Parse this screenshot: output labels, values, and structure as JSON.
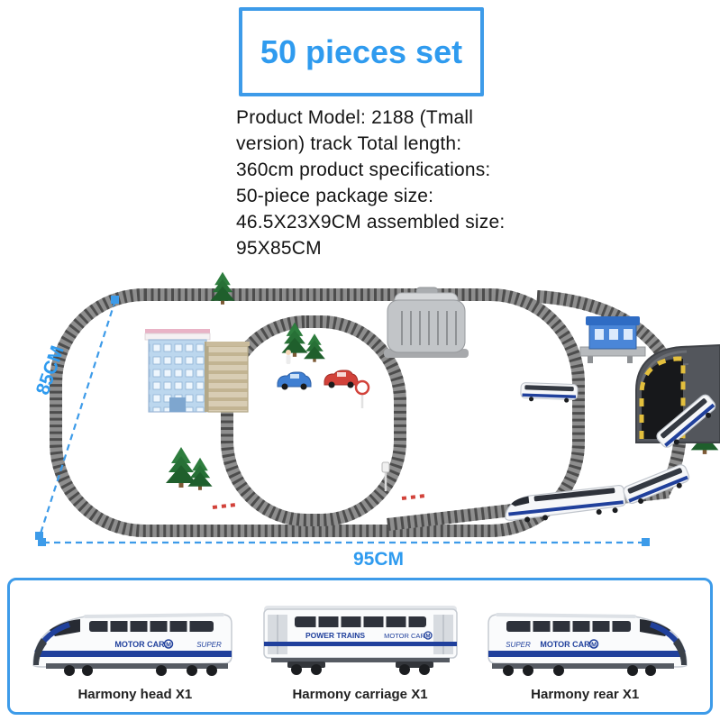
{
  "badge": {
    "label": "50 pieces set"
  },
  "description": {
    "lines": [
      "Product Model: 2188 (Tmall",
      "version) track Total length:",
      "360cm product specifications:",
      "50-piece package size:",
      "46.5X23X9CM assembled size:",
      "95X85CM"
    ]
  },
  "dimensions": {
    "height": "85CM",
    "width": "95CM"
  },
  "livery": {
    "super": "SUPER",
    "motor_car": "MOTOR CAR",
    "power_trains": "POWER TRAINS",
    "m_logo": "M"
  },
  "parts": {
    "head": "Harmony head X1",
    "carriage": "Harmony carriage X1",
    "rear": "Harmony rear X1"
  },
  "colors": {
    "accent_blue": "#2f9bef",
    "border_blue": "#3d9be9",
    "train_stripe_blue": "#20409c",
    "track_gray": "#4d4d4d",
    "text_black": "#141414"
  }
}
